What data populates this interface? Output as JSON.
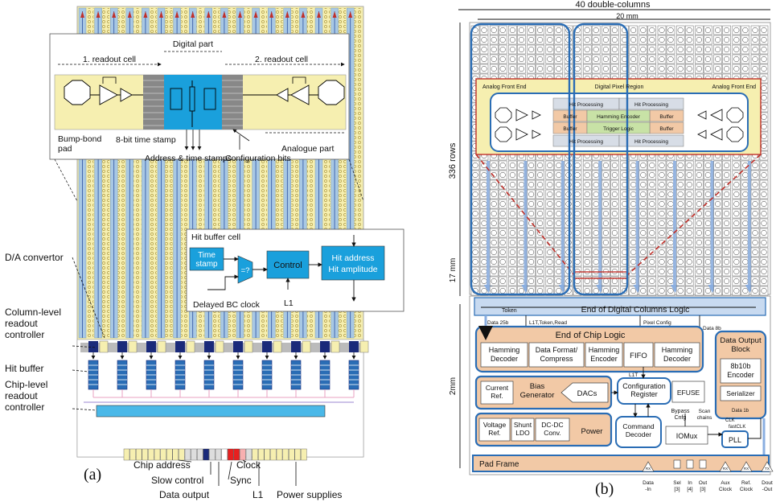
{
  "panel_a": {
    "caption": "(a)",
    "digital_part": "Digital part",
    "readout_cell_1": "1. readout cell",
    "readout_cell_2": "2. readout cell",
    "bump_bond_pad": "Bump-bond pad",
    "time_stamp_8bit": "8-bit time stamp",
    "address_time_stamps": "Address & time stamps",
    "configuration_bits": "Configuration bits",
    "analogue_part": "Analogue part",
    "da_convertor": "D/A convertor",
    "column_level_controller": "Column-level readout controller",
    "hit_buffer": "Hit buffer",
    "chip_level_controller": "Chip-level readout controller",
    "hit_buffer_cell": {
      "title": "Hit buffer cell",
      "time_stamp": "Time stamp",
      "compare": "=?",
      "control": "Control",
      "hit_address": "Hit address",
      "hit_amplitude": "Hit amplitude",
      "delayed_bc_clock": "Delayed BC clock",
      "l1": "L1"
    },
    "pins": {
      "chip_address": "Chip address",
      "slow_control": "Slow control",
      "data_output": "Data output",
      "sync": "Sync",
      "clock": "Clock",
      "l1": "L1",
      "power_supplies": "Power supplies"
    }
  },
  "panel_b": {
    "caption": "(b)",
    "double_columns": "40 double-columns",
    "width_mm": "20 mm",
    "rows": "336 rows",
    "height_mm": "17 mm",
    "periphery_mm": "2mm",
    "analog_front_end_left": "Analog Front End",
    "digital_pixel_region": "Digital Pixel Region",
    "analog_front_end_right": "Analog Front End",
    "hit_processing": "Hit Processing",
    "buffer": "Buffer",
    "hamming_encoder": "Hamming Encoder",
    "trigger_logic": "Trigger Logic",
    "token": "Token",
    "end_of_digital_columns": "End of Digital Columns Logic",
    "data_25b": "Data 25b",
    "l1t_token_read": "L1T,Token,Read",
    "pixel_config": "Pixel Config",
    "data_8b": "Data 8b",
    "end_of_chip_logic": "End of Chip Logic",
    "hamming_decoder": "Hamming Decoder",
    "data_format": "Data Format/ Compress",
    "hamming_encoder_eoc": "Hamming Encoder",
    "fifo": "FIFO",
    "data_output_block": "Data Output Block",
    "encoder_8b10b": "8b10b Encoder",
    "serializer": "Serializer",
    "current_ref": "Current Ref.",
    "bias_generator": "Bias Generator",
    "dacs": "DACs",
    "configuration_register": "Configuration Register",
    "efuse": "EFUSE",
    "l1t": "L1T",
    "voltage_ref": "Voltage Ref.",
    "shunt_ldo": "Shunt LDO",
    "dcdc_conv": "DC-DC Conv.",
    "power": "Power",
    "command_decoder": "Command Decoder",
    "bypass_cnfg": "Bypass Cnfg",
    "scan_chains": "Scan chains",
    "clk": "CLK",
    "data_1b": "Data 1b",
    "fastclk": "fastCLK",
    "iomux": "IOMux",
    "pll": "PLL",
    "pad_frame": "Pad Frame",
    "pins": {
      "data_in": "Data -In",
      "sel": "Sel [3]",
      "in": "In [4]",
      "out": "Out [3]",
      "aux_clock": "Aux Clock",
      "ref_clock": "Ref. Clock",
      "dout": "Dout -Out",
      "rx": "RX",
      "tx": "TX"
    }
  },
  "colors": {
    "yellow": "#f6efb0",
    "column_blue": "#a8c8e4",
    "digital_cyan": "#1aa0dc",
    "navy": "#1a2a7a",
    "orange": "#f2c9a6",
    "grey": "#d7dde6",
    "frame_blue": "#2a6db5",
    "green": "#c8e2a6",
    "red": "#c0302a"
  }
}
